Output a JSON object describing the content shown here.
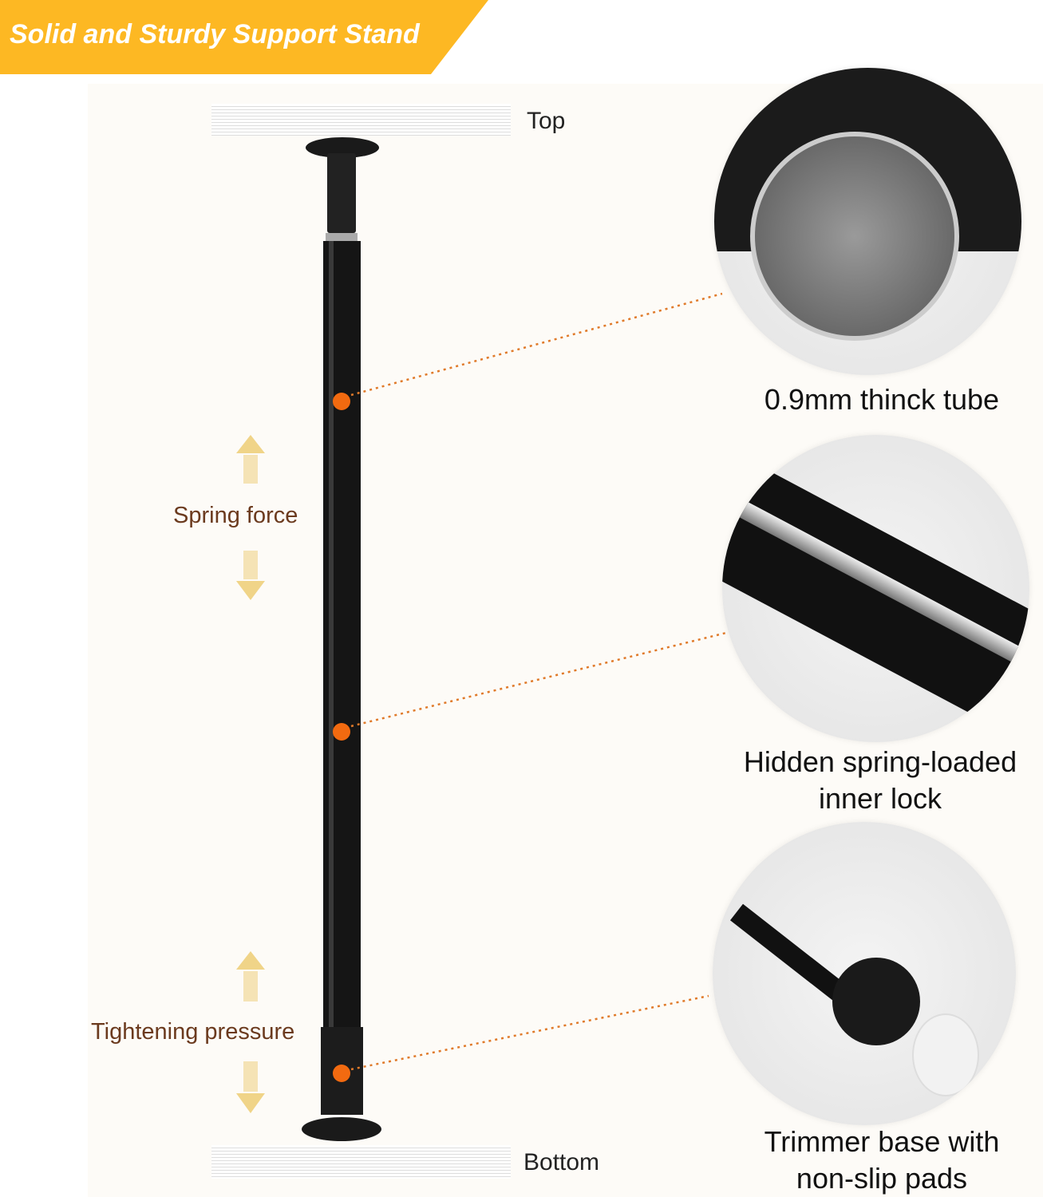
{
  "banner": {
    "title": "Solid and Sturdy Support Stand",
    "color": "#FDB823"
  },
  "labels": {
    "top": "Top",
    "bottom": "Bottom",
    "spring_force": "Spring force",
    "tightening_pressure": "Tightening pressure"
  },
  "features": [
    {
      "caption": "0.9mm thinck tube"
    },
    {
      "caption_line1": "Hidden spring-loaded",
      "caption_line2": "inner lock"
    },
    {
      "caption_line1": "Trimmer base with",
      "caption_line2": "non-slip pads"
    }
  ],
  "colors": {
    "dot": "#f26a10",
    "arrow": "#f0d488",
    "text_brown": "#6b3a1e"
  }
}
